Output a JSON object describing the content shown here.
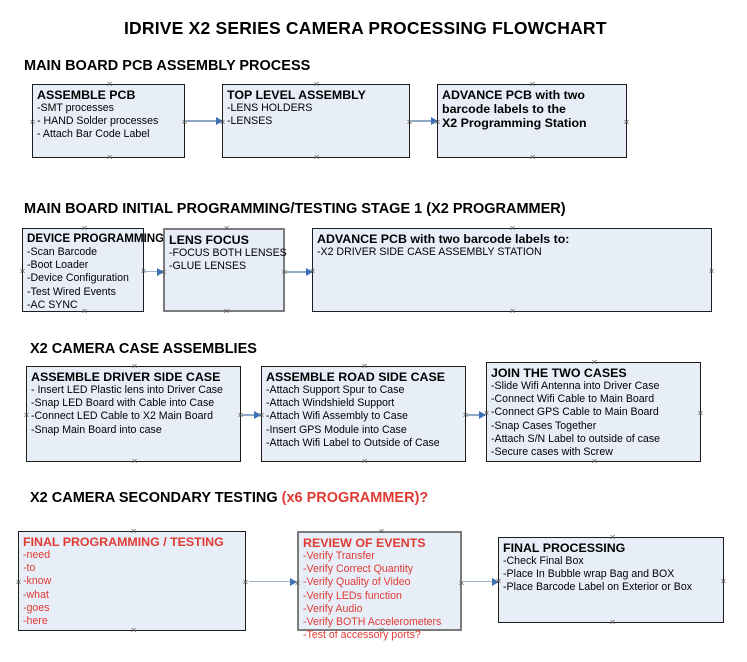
{
  "document": {
    "title": "IDRIVE X2  SERIES CAMERA PROCESSING FLOWCHART"
  },
  "colors": {
    "box_fill": "#e8eef8",
    "box_border": "#1c1c1c",
    "selected_border": "#7b7b7b",
    "connector": "#8fa9c4",
    "arrowhead": "#3f6fb5",
    "red_text": "#e03a33",
    "black_text": "#000000"
  },
  "sections": [
    {
      "id": "main-board-pcb-assembly-process",
      "title": "MAIN BOARD PCB ASSEMBLY PROCESS",
      "title_red": "",
      "nodes": [
        {
          "id": "assemble-pcb",
          "header": "ASSEMBLE PCB",
          "lines": [
            "-SMT processes",
            "- HAND Solder processes",
            "- Attach Bar Code Label"
          ]
        },
        {
          "id": "top-level-assembly",
          "header": "TOP LEVEL ASSEMBLY",
          "lines": [
            "-LENS HOLDERS",
            "-LENSES"
          ]
        },
        {
          "id": "advance-pcb-to-x2-programming-station",
          "header": "ADVANCE PCB with two\nbarcode labels to the\n X2 Programming Station",
          "header_lines": [
            "ADVANCE PCB with two",
            "barcode labels to the",
            " X2 Programming Station"
          ],
          "lines": []
        }
      ]
    },
    {
      "id": "main-board-initial-programming-testing-stage-1",
      "title": "MAIN BOARD INITIAL PROGRAMMING/TESTING STAGE 1 (X2 PROGRAMMER)",
      "title_red": "",
      "nodes": [
        {
          "id": "device-programming",
          "header": "DEVICE PROGRAMMING",
          "lines": [
            "-Scan Barcode",
            "-Boot Loader",
            "-Device Configuration",
            "-Test Wired Events",
            "-AC SYNC"
          ]
        },
        {
          "id": "lens-focus",
          "header": "LENS FOCUS",
          "lines": [
            "-FOCUS BOTH LENSES",
            "-GLUE LENSES"
          ]
        },
        {
          "id": "advance-pcb-to-driver-side-case-assembly-station",
          "header": "ADVANCE PCB with two barcode labels to:",
          "lines": [
            "-X2 DRIVER  SIDE  CASE  ASSEMBLY STATION"
          ]
        }
      ]
    },
    {
      "id": "x2-camera-case-assemblies",
      "title": "X2 CAMERA CASE ASSEMBLIES",
      "title_red": "",
      "nodes": [
        {
          "id": "assemble-driver-side-case",
          "header": "ASSEMBLE DRIVER SIDE CASE",
          "lines": [
            "- Insert LED Plastic lens into Driver Case",
            "-Snap LED Board with Cable into Case",
            "-Connect LED Cable to X2 Main Board",
            "-Snap Main Board into case"
          ]
        },
        {
          "id": "assemble-road-side-case",
          "header": "ASSEMBLE ROAD SIDE CASE",
          "lines": [
            "-Attach Support Spur to Case",
            "-Attach Windshield Support",
            "-Attach Wifi Assembly to Case",
            "-Insert GPS Module into Case",
            "-Attach Wifi Label to Outside of Case"
          ]
        },
        {
          "id": "join-the-two-cases",
          "header": "JOIN THE TWO CASES",
          "lines": [
            "-Slide Wifi Antenna into Driver Case",
            "-Connect Wifi Cable to Main Board",
            "-Connect GPS Cable to Main Board",
            "-Snap Cases Together",
            "-Attach S/N Label to outside of case",
            "-Secure cases with Screw"
          ]
        }
      ]
    },
    {
      "id": "x2-camera-secondary-testing",
      "title": "X2 CAMERA SECONDARY TESTING ",
      "title_red": "(x6 PROGRAMMER)?",
      "nodes": [
        {
          "id": "final-programming-testing",
          "header": "FINAL PROGRAMMING / TESTING",
          "lines": [
            "-need",
            "-to",
            "-know",
            "-what",
            "-goes",
            "-here"
          ]
        },
        {
          "id": "review-of-events",
          "header": "REVIEW OF EVENTS",
          "lines": [
            "-Verify Transfer",
            "-Verify Correct Quantity",
            "-Verify Quality of Video",
            "-Verify LEDs function",
            "-Verify Audio",
            "-Verify BOTH Accelerometers",
            "-Test of accessory ports?"
          ]
        },
        {
          "id": "final-processing",
          "header": "FINAL PROCESSING",
          "lines": [
            " -Check Final Box",
            "-Place In Bubble wrap Bag and BOX",
            "-Place Barcode Label on Exterior or Box"
          ]
        }
      ]
    }
  ]
}
